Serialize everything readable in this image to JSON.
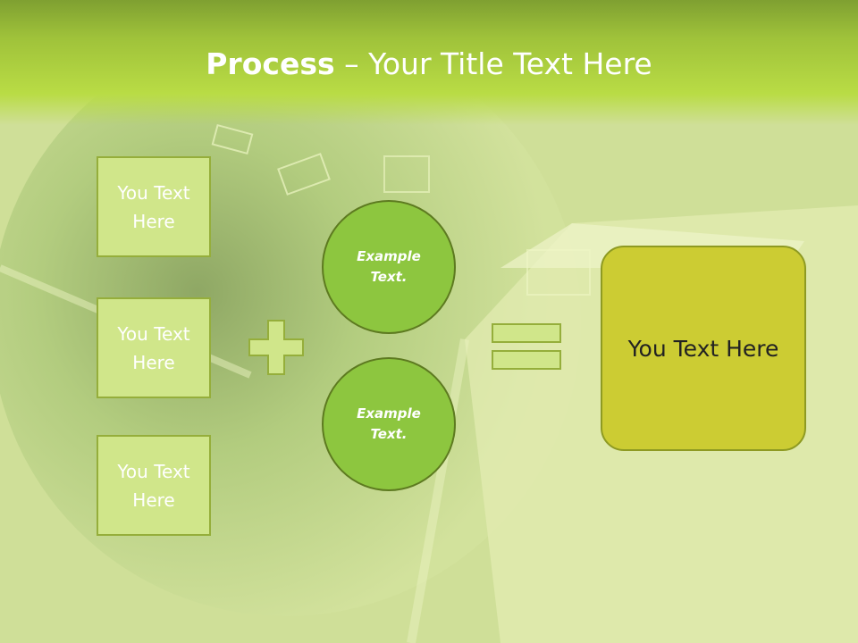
{
  "slide": {
    "title_bold": "Process",
    "title_rest": " – Your Title Text Here"
  },
  "left_boxes": [
    {
      "line1": "You Text",
      "line2": "Here"
    },
    {
      "line1": "You Text",
      "line2": "Here"
    },
    {
      "line1": "You Text",
      "line2": "Here"
    }
  ],
  "circles": [
    {
      "line1": "Example",
      "line2": "Text."
    },
    {
      "line1": "Example",
      "line2": "Text."
    }
  ],
  "result": {
    "text": "You Text Here"
  },
  "colors": {
    "header": "#b9dc45",
    "box_fill": "#d0e68a",
    "circle_fill": "#8dc63f",
    "result_fill": "#cccc33"
  }
}
